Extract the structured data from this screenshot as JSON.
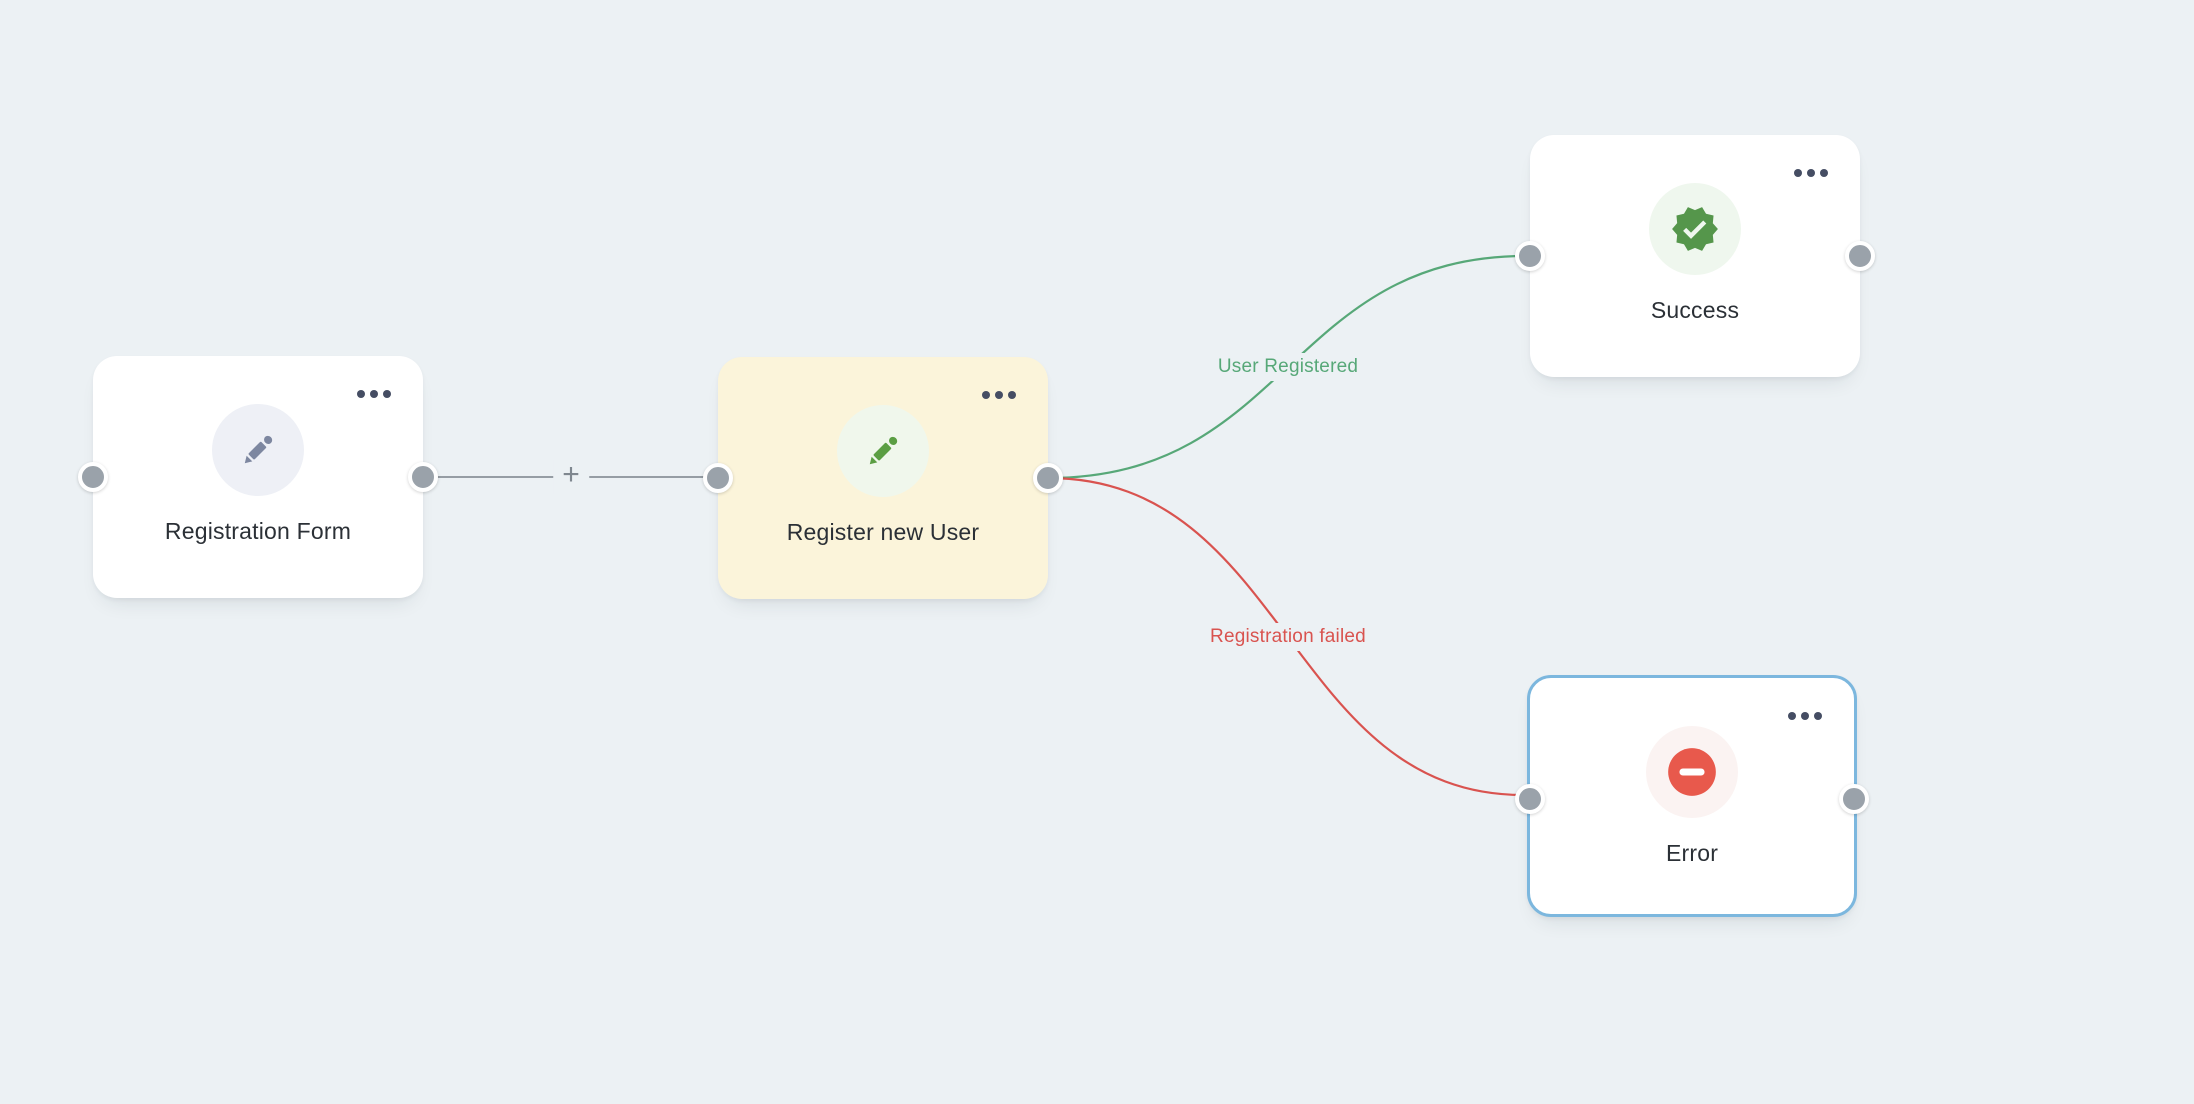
{
  "canvas": {
    "background_color": "#ecf1f4"
  },
  "nodes": [
    {
      "id": "registration-form",
      "title": "Registration Form",
      "icon": "pencil-icon",
      "icon_color": "#7d87a0",
      "icon_bg_color": "#eef0f6",
      "card_color": "#ffffff",
      "menu_icon": "ellipsis-icon"
    },
    {
      "id": "register-new-user",
      "title": "Register new User",
      "icon": "pencil-icon",
      "icon_color": "#5b9e43",
      "icon_bg_color": "#f0f7ec",
      "card_color": "#fbf4da",
      "menu_icon": "ellipsis-icon"
    },
    {
      "id": "success",
      "title": "Success",
      "icon": "verified-badge-icon",
      "icon_color": "#55964b",
      "icon_bg_color": "#eff7ee",
      "card_color": "#ffffff",
      "menu_icon": "ellipsis-icon"
    },
    {
      "id": "error",
      "title": "Error",
      "icon": "minus-circle-icon",
      "icon_color": "#e8594c",
      "icon_bg_color": "#fbf3f2",
      "card_color": "#ffffff",
      "selected": true,
      "selection_color": "#7cb7de",
      "menu_icon": "ellipsis-icon"
    }
  ],
  "edges": [
    {
      "from": "registration-form",
      "to": "register-new-user",
      "label": "",
      "color": "#8a9199",
      "add_button_label": "+"
    },
    {
      "from": "register-new-user",
      "to": "success",
      "label": "User Registered",
      "color": "#57a878"
    },
    {
      "from": "register-new-user",
      "to": "error",
      "label": "Registration failed",
      "color": "#d9534f"
    }
  ]
}
